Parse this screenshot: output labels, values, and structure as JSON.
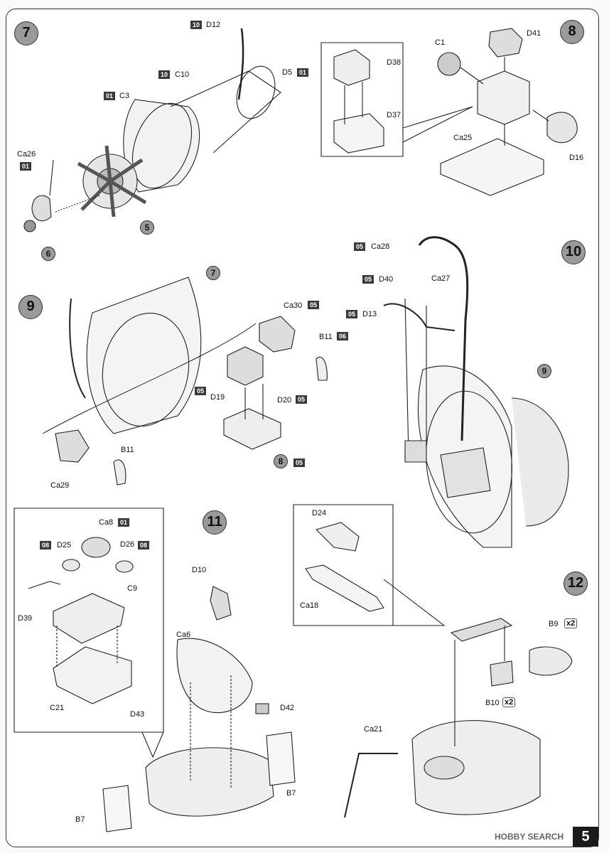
{
  "steps": {
    "s7": "7",
    "s8": "8",
    "s9": "9",
    "s10": "10",
    "s11": "11",
    "s12": "12"
  },
  "subrefs": {
    "r5": "5",
    "r6": "6",
    "r7": "7",
    "r8": "8",
    "r9": "9"
  },
  "labels": {
    "D12": "D12",
    "C10": "C10",
    "C3": "C3",
    "D5": "D5",
    "Ca26": "Ca26",
    "D38": "D38",
    "D37": "D37",
    "C1": "C1",
    "D41": "D41",
    "Ca25": "Ca25",
    "D16": "D16",
    "Ca30": "Ca30",
    "B11a": "B11",
    "D19": "D19",
    "D20": "D20",
    "Ca29": "Ca29",
    "B11b": "B11",
    "Ca28": "Ca28",
    "D40": "D40",
    "Ca27": "Ca27",
    "D13": "D13",
    "Ca8": "Ca8",
    "D25": "D25",
    "D26": "D26",
    "C9": "C9",
    "D39": "D39",
    "C21": "C21",
    "D43": "D43",
    "D10": "D10",
    "Ca6": "Ca6",
    "D42": "D42",
    "B7a": "B7",
    "B7b": "B7",
    "D24": "D24",
    "Ca18": "Ca18",
    "B9": "B9",
    "B10": "B10",
    "Ca21": "Ca21"
  },
  "color_codes": {
    "D12": "10",
    "C10": "10",
    "C3": "01",
    "D5": "01",
    "Ca26": "01",
    "Ca30": "05",
    "B11": "06",
    "D19": "05",
    "D20": "05",
    "s8": "05",
    "Ca28": "05",
    "D40": "05",
    "D13": "05",
    "Ca8": "01",
    "D25": "08",
    "D26": "08"
  },
  "quantities": {
    "B9": "x2",
    "B10": "x2"
  },
  "page_number": "5",
  "watermark": "HOBBY SEARCH"
}
